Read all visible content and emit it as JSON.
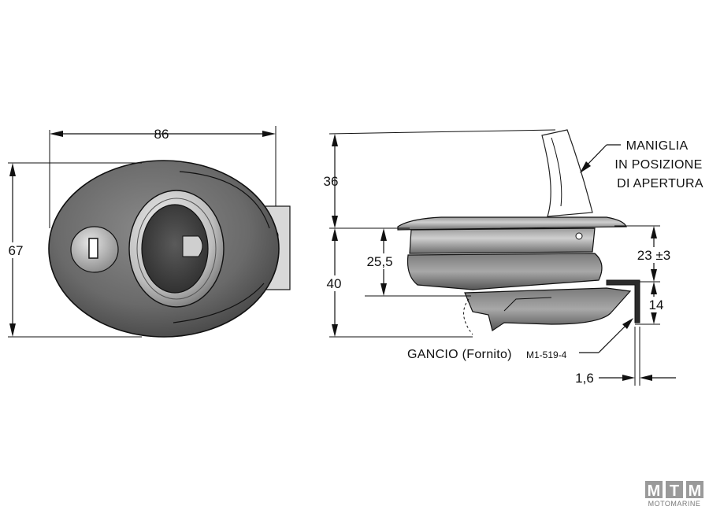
{
  "dimensions": {
    "width_top": "86",
    "height_left": "67",
    "side_top": "36",
    "side_mid": "40",
    "side_inner": "25,5",
    "side_right": "23 ±3",
    "side_hook": "14",
    "side_thickness": "1,6"
  },
  "callouts": {
    "handle": [
      "MANIGLIA",
      "IN POSIZIONE",
      "DI APERTURA"
    ],
    "hook_label": "GANCIO (Fornito)",
    "hook_code": "M1-519-4"
  },
  "logo": {
    "letters": [
      "M",
      "T",
      "M"
    ],
    "subtitle": "MOTOMARINE"
  }
}
